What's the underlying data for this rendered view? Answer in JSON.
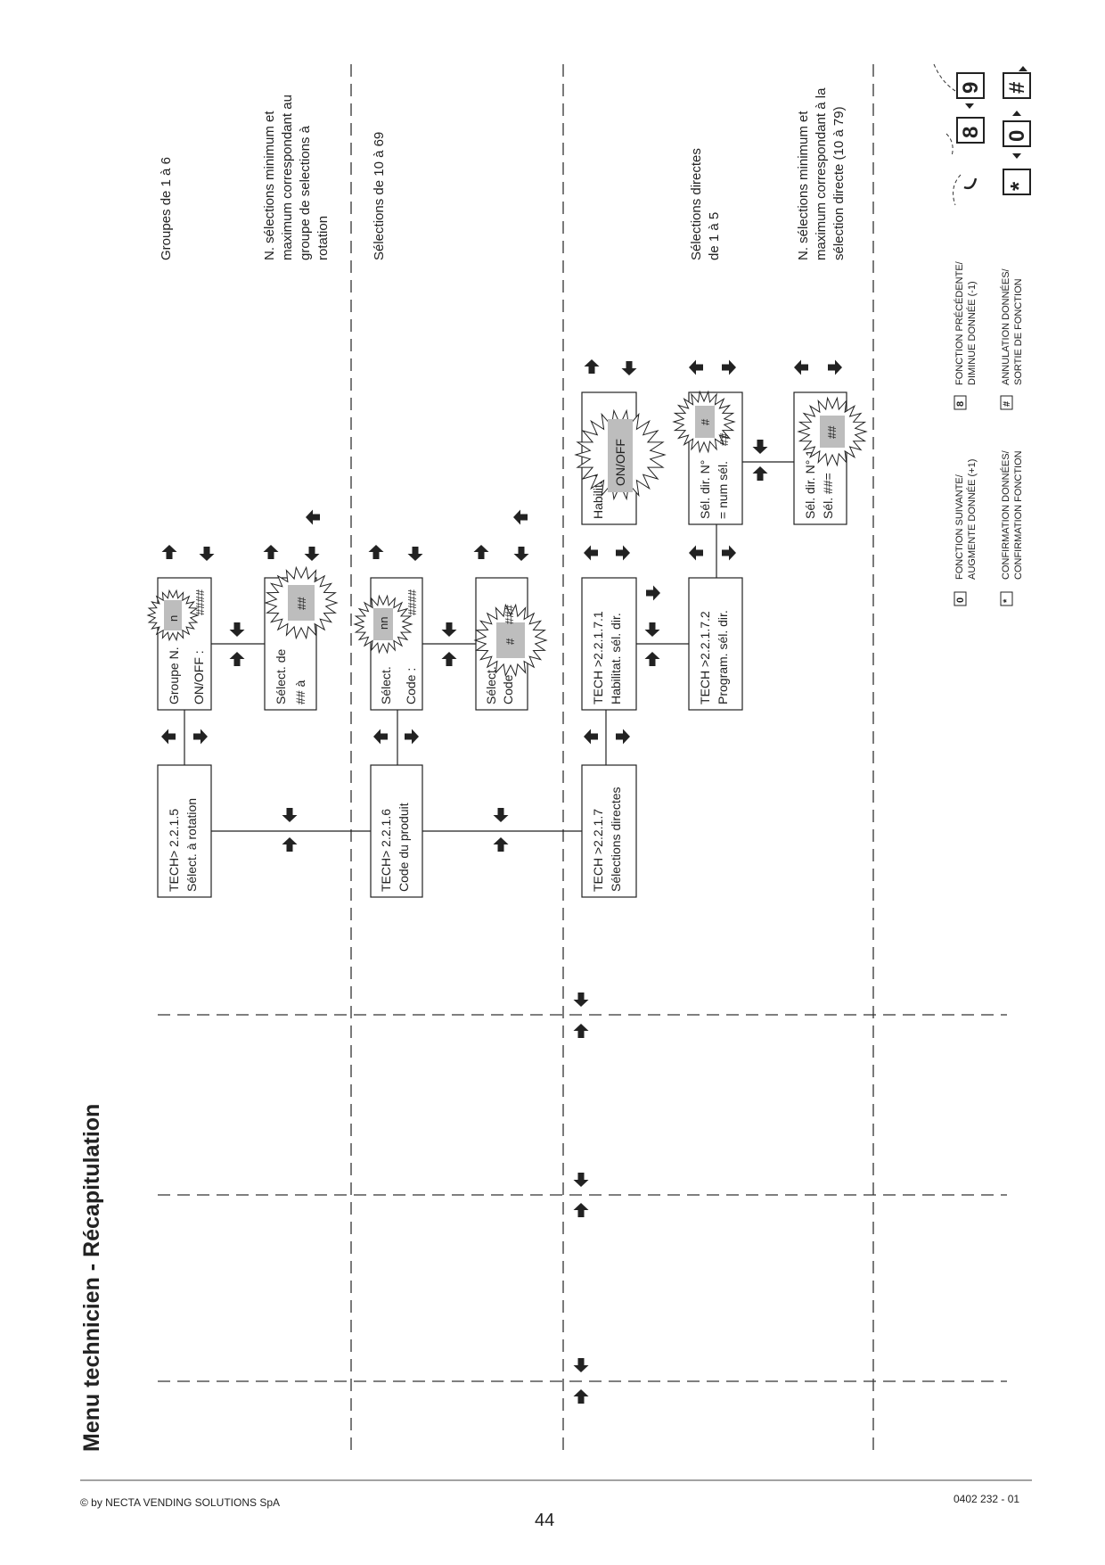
{
  "page": {
    "title": "Menu technicien - Récapitulation",
    "copyright": "© by NECTA VENDING SOLUTIONS SpA",
    "page_number": "44",
    "doc_code": "0402 232 - 01"
  },
  "menu": {
    "rotation_box": [
      "TECH> 2.2.1.5",
      "Sélect. à rotation"
    ],
    "product_code_box": [
      "TECH> 2.2.1.6",
      "Code du produit"
    ],
    "direct_box": [
      "TECH >2.2.1.7",
      "Sélections directes"
    ],
    "group_box": [
      "Groupe N.",
      "ON/OFF :"
    ],
    "group_flash": "n",
    "group_hash": "####",
    "rotation_range_box": [
      "Sélect.  de",
      "##        à"
    ],
    "rotation_range_flash": "##",
    "select_box": [
      "Sélect.",
      "Code :"
    ],
    "select_flash": "nn",
    "select_hash": "####",
    "select_code_box": [
      "Sélect.",
      "Code"
    ],
    "select_code_flash": "#",
    "select_code_hash": "###",
    "enable_box": [
      "TECH >2.2.1.7.1",
      "Habilitat. sél. dir."
    ],
    "program_box": [
      "TECH >2.2.1.7.2",
      "Program. sél. dir."
    ],
    "enable_value_box": [
      "Habilitat. sél. dir."
    ],
    "enable_flash": "ON/OFF",
    "num_box": [
      "Sél. dir. N°",
      "= num sél."
    ],
    "num_flash": "#",
    "num_hash": "##",
    "dir_box": [
      "Sél. dir. N° 1",
      "Sél. ##="
    ],
    "dir_flash": "##"
  },
  "notes": {
    "groups": "Groupes de 1 à 6",
    "rotation_minmax": [
      "N. sélections minimum et",
      "maximum correspondant au",
      "groupe de selections à",
      "rotation"
    ],
    "selections_range": "Sélections de 10 à 69",
    "direct_groups": [
      "Sélections directes",
      "de 1 à 5"
    ],
    "direct_minmax": [
      "N. sélections minimum et",
      "maximum correspondant à la",
      "sélection directe (10 à 79)"
    ]
  },
  "legend": {
    "next": {
      "key": "0",
      "text": [
        "FONCTION SUIVANTE/",
        "AUGMENTE DONNÉE (+1)"
      ]
    },
    "prev": {
      "key": "8",
      "text": [
        "FONCTION PRÉCÉDENTE/",
        "DIMINUE DONNÉE (-1)"
      ]
    },
    "confirm": {
      "key": "*",
      "text": [
        "CONFIRMATION DONNÉES/",
        "CONFIRMATION FONCTION"
      ]
    },
    "cancel": {
      "key": "#",
      "text": [
        "ANNULATION DONNÉES/",
        "SORTIE DE FONCTION"
      ]
    },
    "keypad_top": [
      "8",
      "9"
    ],
    "keypad_bottom": [
      "*",
      "0",
      "#"
    ]
  },
  "colors": {
    "line": "#222222",
    "flash_fill": "#bdbdbd"
  }
}
